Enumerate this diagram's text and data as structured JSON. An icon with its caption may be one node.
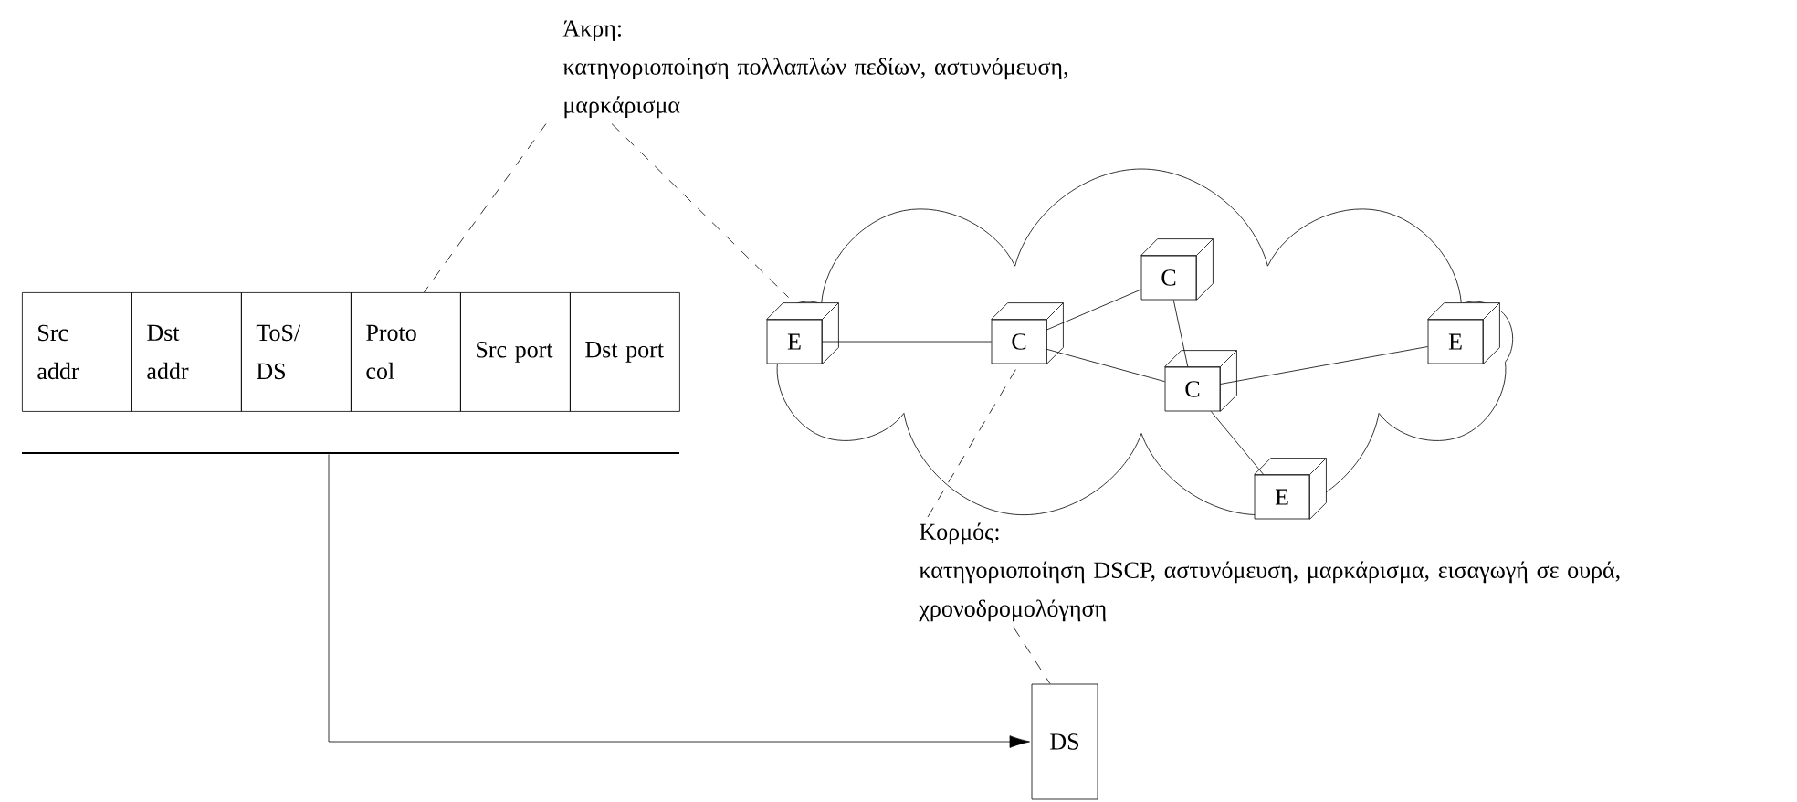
{
  "diagram": {
    "nodes": [
      {
        "text": [
          "Άκρη:",
          "κατηγοριοποίηση πολλαπλών πεδίων, αστυνόμευση, μαρκάρισμα"
        ]
      },
      {
        "text": [
          "Src addr"
        ]
      },
      {
        "text": [
          "Dst addr"
        ]
      },
      {
        "text": [
          "ToS/ DS"
        ]
      },
      {
        "text": [
          "Proto col"
        ]
      },
      {
        "text": [
          "Src port"
        ]
      },
      {
        "text": [
          "Dst port"
        ]
      },
      {
        "text": [],
        "shape": "bar"
      },
      {
        "text": [
          "E"
        ]
      },
      {
        "text": [
          "C"
        ]
      },
      {
        "text": [
          "C"
        ]
      },
      {
        "text": [
          "C"
        ]
      },
      {
        "text": [
          "E"
        ]
      },
      {
        "text": [
          "E"
        ]
      },
      {
        "text": [
          "Κορμός:",
          "κατηγοριοποίηση DSCP, αστυνόμευση, μαρκάρισμα, εισαγωγή σε ουρά, χρονοδρομολόγηση"
        ]
      },
      {
        "text": [
          "DS"
        ]
      }
    ],
    "edges": [
      {
        "from": 0,
        "to": 4,
        "arrow": "none",
        "style": "dashed"
      },
      {
        "from": 0,
        "to": 8,
        "arrow": "none",
        "style": "dashed"
      },
      {
        "from": 14,
        "to": 9,
        "arrow": "none",
        "style": "dashed"
      },
      {
        "from": 14,
        "to": 15,
        "arrow": "none",
        "style": "dashed"
      },
      {
        "from": 8,
        "to": 9,
        "arrow": "none"
      },
      {
        "from": 9,
        "to": 10,
        "arrow": "none"
      },
      {
        "from": 9,
        "to": 11,
        "arrow": "none"
      },
      {
        "from": 10,
        "to": 11,
        "arrow": "none"
      },
      {
        "from": 11,
        "to": 12,
        "arrow": "none"
      },
      {
        "from": 11,
        "to": 13,
        "arrow": "none"
      },
      {
        "from": 7,
        "to": 15,
        "arrow": "to"
      }
    ]
  }
}
